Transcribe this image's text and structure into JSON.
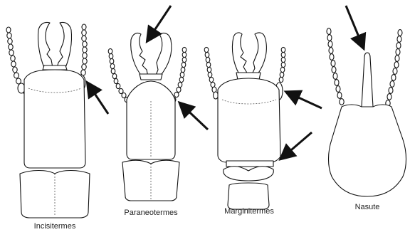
{
  "captions": {
    "incisitermes": "Incisitermes",
    "paraneotermes": "Paraneotermes",
    "marginitermes": "Marginitermes",
    "nasute": "Nasute"
  },
  "colors": {
    "ink": "#111111",
    "background": "#ffffff"
  }
}
